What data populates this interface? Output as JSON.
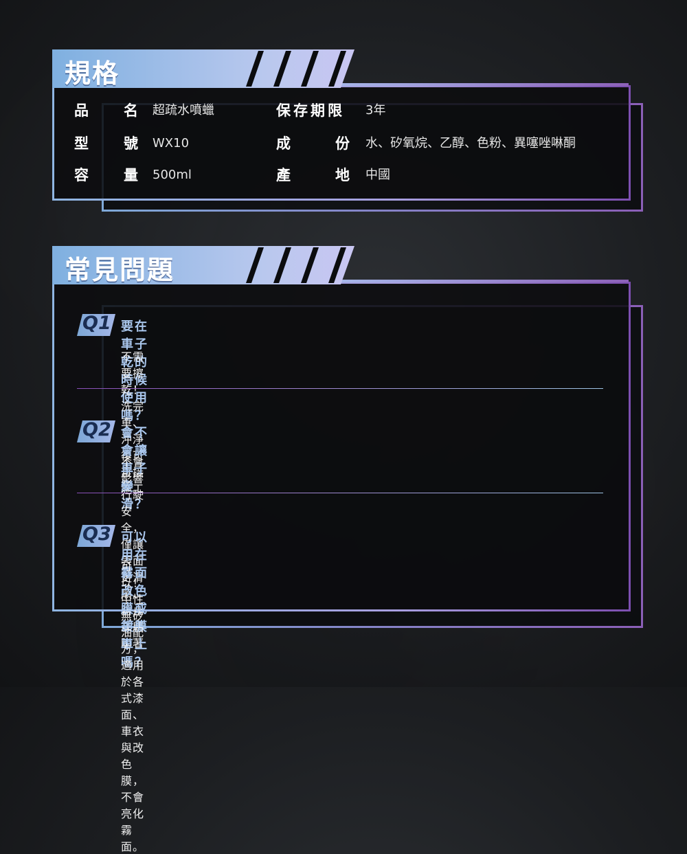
{
  "spec": {
    "heading": "規格",
    "rows": [
      {
        "label_a": "品",
        "label_b": "名",
        "value": "超疏水噴蠟"
      },
      {
        "label_a": "型",
        "label_b": "號",
        "value": "WX10"
      },
      {
        "label_a": "容",
        "label_b": "量",
        "value": "500ml"
      }
    ],
    "rows_right": [
      {
        "label": "保存期限",
        "value": "3年"
      },
      {
        "label_a": "成",
        "label_b": "份",
        "value": "水、矽氧烷、乙醇、色粉、異噻唑啉酮"
      },
      {
        "label_a": "產",
        "label_b": "地",
        "value": "中國"
      }
    ]
  },
  "faq": {
    "heading": "常見問題",
    "items": [
      {
        "badge": "Q1",
        "question": "要在車子乾的時候使用嗎？",
        "answer": "不需要擦乾！洗完車、沖淨後可直接施工"
      },
      {
        "badge": "Q2",
        "question": "會不會讓車子變滑？",
        "answer": "不會影響行駛安全，僅讓表面更滑順、防止灰塵附著"
      },
      {
        "badge": "Q3",
        "question": "可以用在霧面改色膜或鍍膜車上嗎？",
        "answer": "可以！中性無矽油配方，適用於各式漆面、車衣與改色膜，不會亮化霧面。"
      }
    ]
  },
  "colors": {
    "accent_blue": "#8fb5e2",
    "accent_purple": "#7d4fb0",
    "question_text": "#a9c6ec"
  }
}
